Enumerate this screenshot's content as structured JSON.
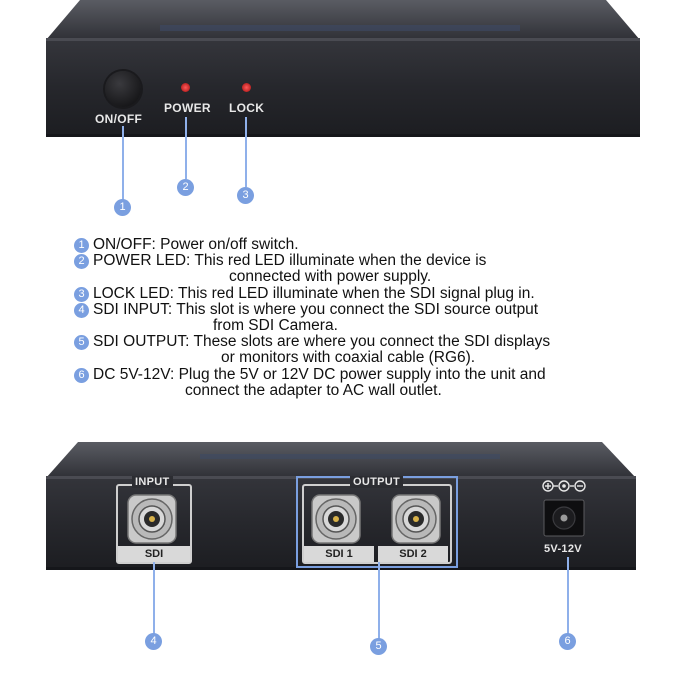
{
  "front_panel": {
    "switch_label": "ON/OFF",
    "power_label": "POWER",
    "lock_label": "LOCK"
  },
  "callouts": [
    "1",
    "2",
    "3",
    "4",
    "5",
    "6"
  ],
  "descriptions": [
    {
      "num": "1",
      "lines": [
        "ON/OFF: Power on/off switch."
      ]
    },
    {
      "num": "2",
      "lines": [
        "POWER LED: This red LED illuminate when the device is",
        "connected with power supply."
      ]
    },
    {
      "num": "3",
      "lines": [
        "LOCK LED: This red LED illuminate when the SDI signal plug in."
      ]
    },
    {
      "num": "4",
      "lines": [
        "SDI INPUT: This slot is where you connect the SDI source output",
        "from SDI Camera."
      ]
    },
    {
      "num": "5",
      "lines": [
        "SDI OUTPUT: These slots are where you connect the SDI displays",
        "or monitors with coaxial cable (RG6)."
      ]
    },
    {
      "num": "6",
      "lines": [
        "DC 5V-12V: Plug the 5V or 12V DC power supply into the unit and",
        "connect the adapter to AC wall outlet."
      ]
    }
  ],
  "rear_panel": {
    "input_group_label": "INPUT",
    "input_port_label": "SDI",
    "output_group_label": "OUTPUT",
    "output_port_labels": [
      "SDI 1",
      "SDI 2"
    ],
    "dc_label": "5V-12V"
  },
  "colors": {
    "accent": "#7a9fe0",
    "chassis": "#2b2c31",
    "led": "#d41a1a"
  }
}
